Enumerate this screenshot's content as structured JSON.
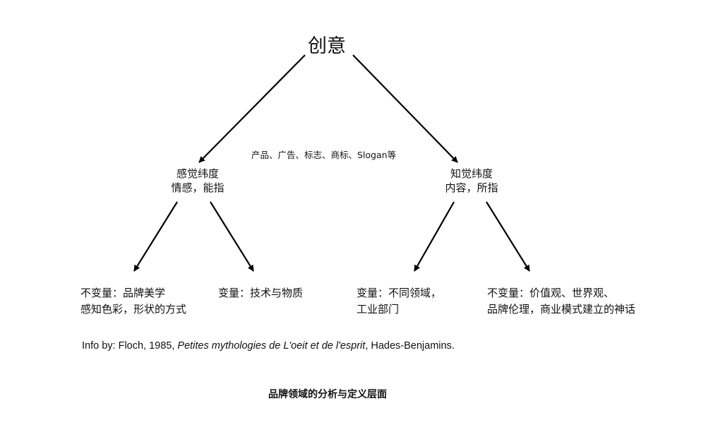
{
  "diagram": {
    "root": "创意",
    "left_dimension": {
      "title": "感觉纬度",
      "subtitle": "情感，能指",
      "leaves": [
        {
          "line1": "不变量：品牌美学",
          "line2": "感知色彩，形状的方式"
        },
        {
          "line1": "变量：技术与物质",
          "line2": ""
        }
      ]
    },
    "right_dimension": {
      "title": "知觉纬度",
      "subtitle": "内容，所指",
      "leaves": [
        {
          "line1": "变量：不同领域，",
          "line2": "工业部门"
        },
        {
          "line1": "不变量：价值观、世界观、",
          "line2": "品牌伦理，商业模式建立的神话"
        }
      ]
    },
    "examples": "产品、广告、标志、商标、Slogan等"
  },
  "citation": {
    "prefix": "Info by: Floch, 1985, ",
    "title": "Petites mythologies de L'oeit et de l'esprit",
    "suffix": ", Hades-Benjamins."
  },
  "caption": "品牌领域的分析与定义层面",
  "colors": {
    "text": "#111111",
    "lines": "#000000",
    "background": "#ffffff"
  }
}
